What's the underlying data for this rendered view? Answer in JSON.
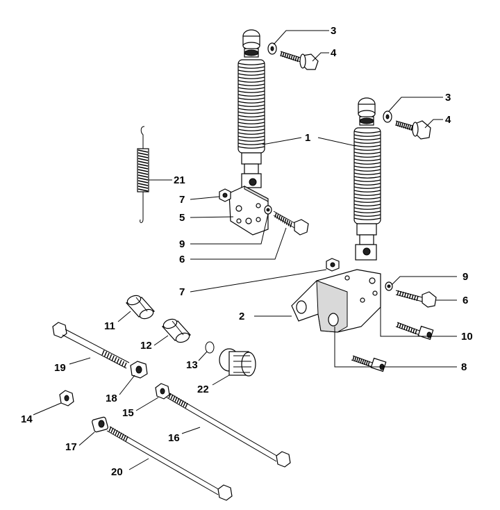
{
  "callouts": {
    "c3a": "3",
    "c4a": "4",
    "c3b": "3",
    "c4b": "4",
    "c1": "1",
    "c21": "21",
    "c7a": "7",
    "c5": "5",
    "c9a": "9",
    "c6a": "6",
    "c7b": "7",
    "c9b": "9",
    "c2": "2",
    "c6b": "6",
    "c11": "11",
    "c10": "10",
    "c12": "12",
    "c13": "13",
    "c8": "8",
    "c19": "19",
    "c22": "22",
    "c18": "18",
    "c14": "14",
    "c15": "15",
    "c16": "16",
    "c17": "17",
    "c20": "20"
  }
}
